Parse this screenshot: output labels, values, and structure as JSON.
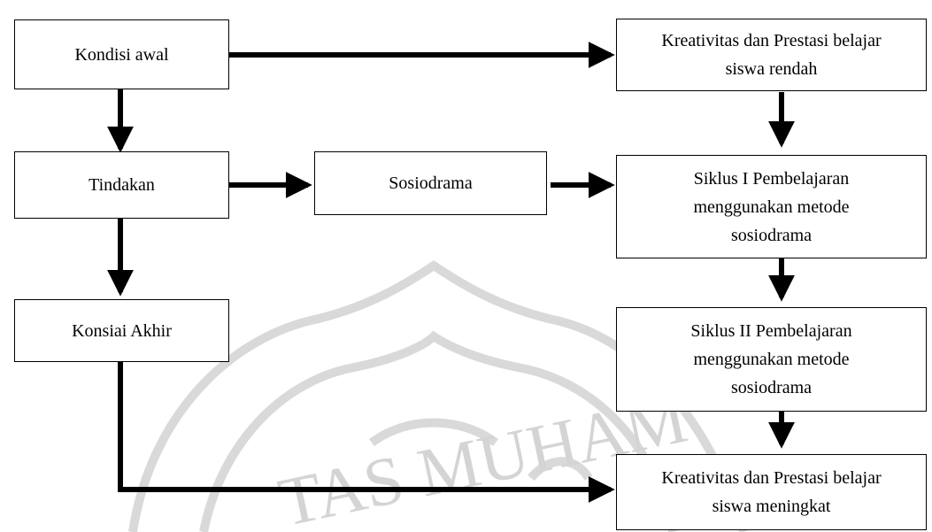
{
  "watermark": {
    "text": "TAS MUHAM",
    "color": "#d4d4d4"
  },
  "boxes": {
    "kondisi_awal": "Kondisi awal",
    "kreativitas_rendah": [
      "Kreativitas dan Prestasi belajar",
      "siswa rendah"
    ],
    "tindakan": "Tindakan",
    "sosiodrama": "Sosiodrama",
    "siklus_1": [
      "Siklus I Pembelajaran",
      "menggunakan metode",
      "sosiodrama"
    ],
    "kondisi_akhir": "Konsiai Akhir",
    "siklus_2": [
      "Siklus II Pembelajaran",
      "menggunakan metode",
      "sosiodrama"
    ],
    "kreativitas_meningkat": [
      "Kreativitas dan Prestasi belajar",
      "siswa meningkat"
    ]
  },
  "colors": {
    "stroke": "#000000",
    "background": "#ffffff"
  }
}
